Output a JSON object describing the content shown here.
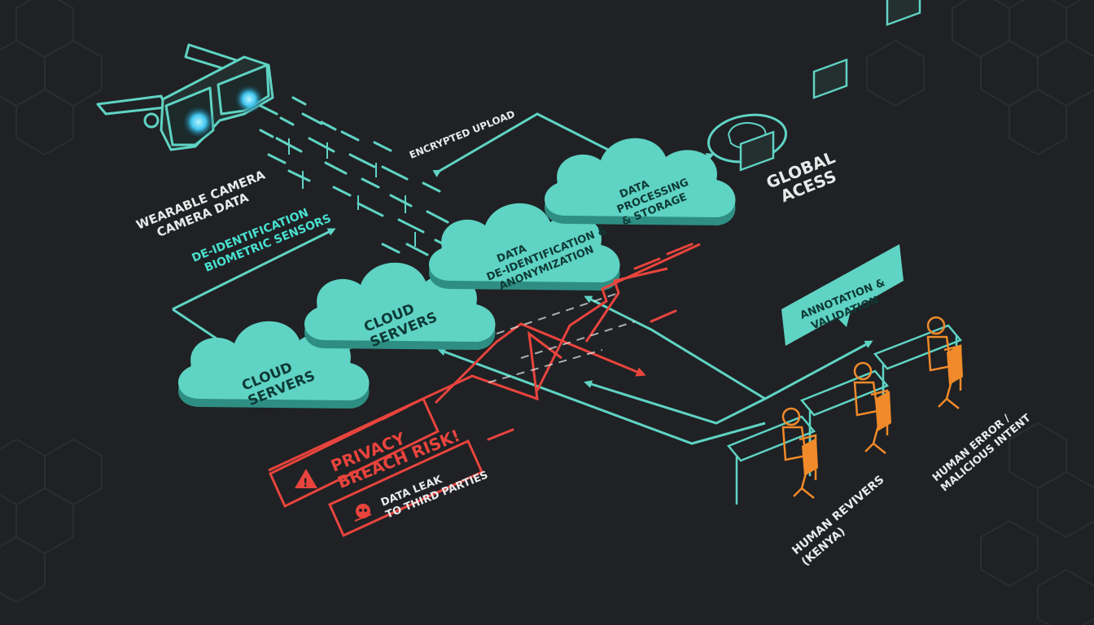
{
  "colors": {
    "background": "#1f2124",
    "teal": "#5fd3c4",
    "teal_dark": "#2e8e84",
    "cloud_text": "#0e3a36",
    "red": "#e8443d",
    "orange": "#f08a2a",
    "hex_outline": "#2a2d31"
  },
  "camera": {
    "label_line1": "WEARABLE CAMERA",
    "label_line2": "CAMERA DATA",
    "sensor_line1": "DE-IDENTIFICATION",
    "sensor_line2": "BIOMETRIC SENSORS"
  },
  "flow": {
    "encrypted_upload": "ENCRYPTED UPLOAD"
  },
  "clouds": {
    "cloud1_line1": "CLOUD",
    "cloud1_line2": "SERVERS",
    "cloud2_line1": "CLOUD",
    "cloud2_line2": "SERVERS",
    "deid_line1": "DATA",
    "deid_line2": "DE-IDENTIFICATION &",
    "deid_line3": "ANONYMIZATION",
    "proc_line1": "DATA",
    "proc_line2": "PROCESSING",
    "proc_line3": "& STORAGE"
  },
  "global": {
    "line1": "GLOBAL",
    "line2": "ACESS"
  },
  "annotation": {
    "line1": "ANNOTATION &",
    "line2": "VALIDATION"
  },
  "risks": {
    "privacy_line1": "PRIVACY",
    "privacy_line2": "BREACH RISK!",
    "leak_line1": "DATA LEAK",
    "leak_line2": "TO THIRD PARTIES"
  },
  "reviewers": {
    "line1": "HUMAN REVIVERS",
    "line2": "(KENYA)"
  },
  "human_error": {
    "line1": "HUMAN ERROR /",
    "line2": "MALICIOUS INTENT"
  }
}
